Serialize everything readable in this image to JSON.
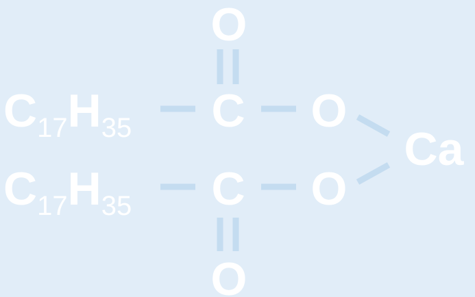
{
  "diagram": {
    "top_oxygen": "O",
    "bottom_oxygen": "O",
    "upper_chain": {
      "carbon_symbol": "C",
      "carbon_count": "17",
      "hydrogen_symbol": "H",
      "hydrogen_count": "35"
    },
    "lower_chain": {
      "carbon_symbol": "C",
      "carbon_count": "17",
      "hydrogen_symbol": "H",
      "hydrogen_count": "35"
    },
    "upper_carbonyl_carbon": "C",
    "lower_carbonyl_carbon": "C",
    "upper_ester_oxygen": "O",
    "lower_ester_oxygen": "O",
    "metal": "Ca"
  },
  "colors": {
    "background": "#e1edf8",
    "atom_text": "#ffffff",
    "bond": "#c4dcf0"
  }
}
